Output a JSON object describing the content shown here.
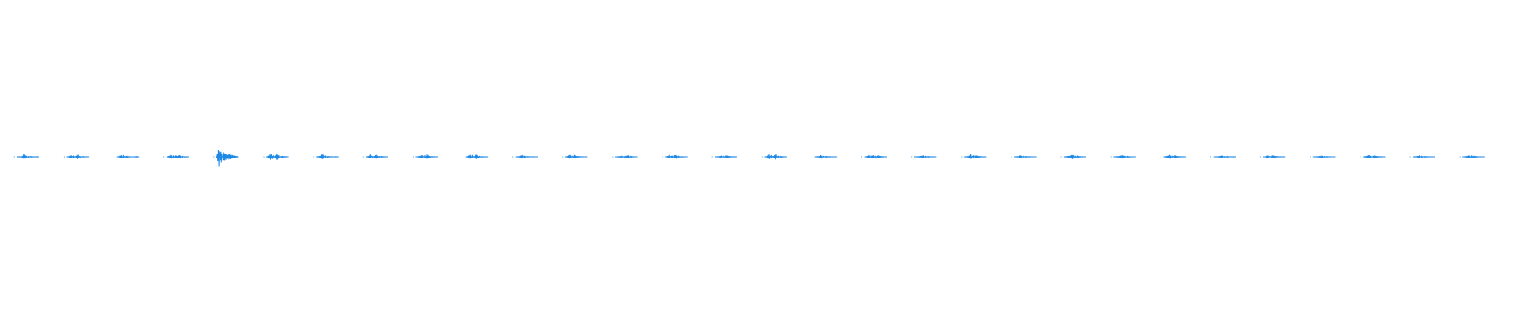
{
  "chart_data": {
    "type": "line",
    "title": "",
    "xlabel": "",
    "ylabel": "",
    "grid": false,
    "legend": false,
    "color": "#1e88e5",
    "series": [
      {
        "values": [
          0.0,
          0.03,
          -0.04,
          0.28,
          0.12,
          -0.1,
          0.05,
          0.02,
          0.01,
          0.02,
          0.0
        ]
      },
      {
        "values": [
          0.0,
          0.04,
          0.14,
          -0.12,
          0.08,
          0.22,
          -0.06,
          0.04,
          0.02,
          0.01,
          0.0
        ]
      },
      {
        "values": [
          0.0,
          0.02,
          0.18,
          -0.15,
          0.12,
          0.04,
          0.02,
          0.0,
          0.01,
          0.05,
          0.0
        ]
      },
      {
        "values": [
          0.0,
          0.05,
          0.22,
          -0.18,
          0.14,
          0.05,
          0.18,
          -0.1,
          0.03,
          0.02,
          0.0
        ]
      },
      {
        "values": [
          0.0,
          1.0,
          -0.85,
          0.55,
          0.3,
          0.2,
          0.26,
          0.16,
          0.1,
          0.05,
          0.0
        ]
      },
      {
        "values": [
          0.0,
          0.08,
          0.3,
          -0.2,
          0.16,
          0.34,
          -0.14,
          0.08,
          0.04,
          0.02,
          0.0
        ]
      },
      {
        "values": [
          0.0,
          0.03,
          0.1,
          0.28,
          -0.16,
          0.07,
          0.03,
          0.02,
          0.01,
          0.03,
          0.0
        ]
      },
      {
        "values": [
          0.0,
          0.05,
          0.26,
          -0.18,
          0.12,
          0.2,
          -0.08,
          0.05,
          0.02,
          0.01,
          0.0
        ]
      },
      {
        "values": [
          0.0,
          0.02,
          0.08,
          0.18,
          -0.14,
          0.22,
          0.06,
          0.03,
          0.02,
          0.01,
          0.0
        ]
      },
      {
        "values": [
          0.0,
          0.04,
          0.22,
          -0.16,
          0.12,
          0.24,
          -0.1,
          0.04,
          0.02,
          0.01,
          0.0
        ]
      },
      {
        "values": [
          0.0,
          0.02,
          0.06,
          0.18,
          -0.12,
          0.05,
          0.02,
          0.01,
          0.01,
          0.0,
          0.0
        ]
      },
      {
        "values": [
          0.0,
          0.06,
          0.22,
          -0.18,
          0.16,
          0.06,
          0.04,
          0.02,
          0.01,
          0.0,
          0.0
        ]
      },
      {
        "values": [
          0.0,
          0.02,
          0.04,
          0.08,
          -0.06,
          0.1,
          0.14,
          -0.08,
          0.03,
          0.01,
          0.0
        ]
      },
      {
        "values": [
          0.0,
          0.03,
          0.2,
          -0.16,
          0.14,
          0.18,
          -0.1,
          0.04,
          0.02,
          0.01,
          0.0
        ]
      },
      {
        "values": [
          0.0,
          0.02,
          0.04,
          0.1,
          -0.08,
          0.16,
          0.06,
          0.03,
          0.02,
          0.01,
          0.0
        ]
      },
      {
        "values": [
          0.0,
          0.04,
          0.26,
          -0.2,
          0.12,
          0.28,
          -0.14,
          0.06,
          0.03,
          0.01,
          0.0
        ]
      },
      {
        "values": [
          0.0,
          0.02,
          0.05,
          0.16,
          -0.1,
          0.06,
          0.03,
          0.02,
          0.01,
          0.0,
          0.0
        ]
      },
      {
        "values": [
          0.0,
          0.03,
          0.18,
          -0.14,
          0.2,
          -0.16,
          0.14,
          0.06,
          0.03,
          0.01,
          0.0
        ]
      },
      {
        "values": [
          0.0,
          0.01,
          0.03,
          0.06,
          0.12,
          -0.08,
          0.05,
          0.02,
          0.01,
          0.01,
          0.0
        ]
      },
      {
        "values": [
          0.0,
          0.02,
          0.06,
          0.28,
          -0.2,
          0.14,
          0.08,
          0.04,
          0.02,
          0.01,
          0.0
        ]
      },
      {
        "values": [
          0.0,
          0.02,
          0.04,
          0.14,
          -0.1,
          0.05,
          0.03,
          0.02,
          0.01,
          0.0,
          0.0
        ]
      },
      {
        "values": [
          0.0,
          0.03,
          0.06,
          0.1,
          0.24,
          -0.2,
          0.1,
          0.04,
          0.02,
          0.01,
          0.0
        ]
      },
      {
        "values": [
          0.0,
          0.02,
          0.04,
          0.08,
          0.16,
          -0.1,
          0.06,
          0.03,
          0.01,
          0.0,
          0.0
        ]
      },
      {
        "values": [
          0.0,
          0.03,
          0.1,
          0.18,
          -0.12,
          0.16,
          0.06,
          0.03,
          0.02,
          0.01,
          0.0
        ]
      },
      {
        "values": [
          0.0,
          0.01,
          0.02,
          0.06,
          0.12,
          -0.08,
          0.05,
          0.02,
          0.01,
          0.02,
          0.0
        ]
      },
      {
        "values": [
          0.0,
          0.02,
          0.14,
          -0.1,
          0.12,
          0.08,
          0.04,
          0.02,
          0.01,
          0.01,
          0.0
        ]
      },
      {
        "values": [
          0.0,
          0.01,
          0.03,
          0.05,
          0.1,
          -0.06,
          0.04,
          0.02,
          0.01,
          0.0,
          0.0
        ]
      },
      {
        "values": [
          0.0,
          0.03,
          0.1,
          0.16,
          -0.12,
          0.14,
          0.06,
          0.03,
          0.02,
          0.01,
          0.0
        ]
      },
      {
        "values": [
          0.0,
          0.02,
          0.04,
          0.12,
          -0.08,
          0.05,
          0.03,
          0.01,
          0.01,
          0.0,
          0.0
        ]
      },
      {
        "values": [
          0.0,
          0.02,
          0.06,
          0.16,
          -0.12,
          0.08,
          0.04,
          0.02,
          0.01,
          0.0,
          0.0
        ]
      }
    ]
  }
}
